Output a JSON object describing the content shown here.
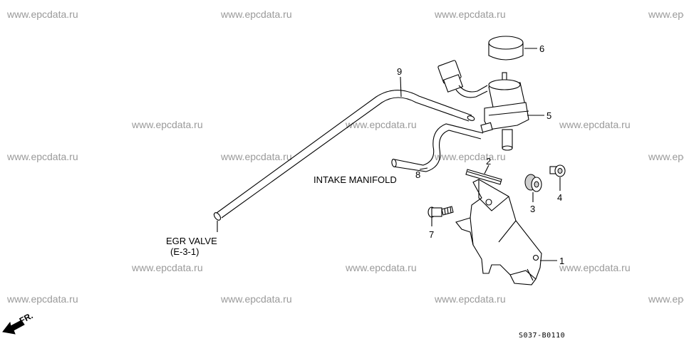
{
  "watermark": "www.epcdata.ru",
  "callouts": {
    "p1": "1",
    "p2": "2",
    "p3": "3",
    "p4": "4",
    "p5": "5",
    "p6": "6",
    "p7": "7",
    "p8": "8",
    "p9": "9"
  },
  "labels": {
    "intake_manifold": "INTAKE MANIFOLD",
    "egr_valve": "EGR VALVE",
    "egr_ref": "(E-3-1)"
  },
  "fr_label": "FR.",
  "drawing_code": "S037-B0110"
}
